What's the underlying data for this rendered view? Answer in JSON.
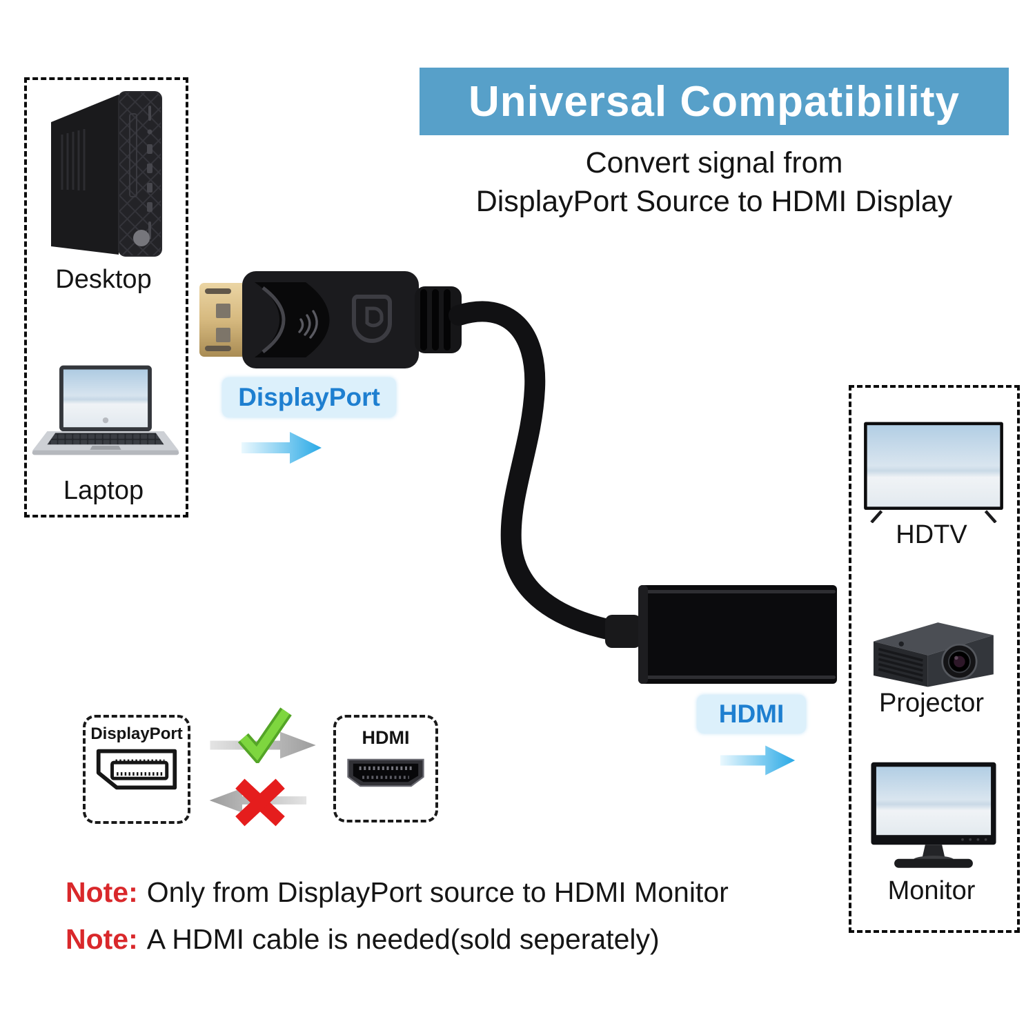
{
  "banner": {
    "title": "Universal Compatibility"
  },
  "subtitle": {
    "line1": "Convert signal from",
    "line2": "DisplayPort Source to HDMI Display"
  },
  "sources": {
    "items": [
      {
        "label": "Desktop"
      },
      {
        "label": "Laptop"
      }
    ]
  },
  "displays": {
    "items": [
      {
        "label": "HDTV"
      },
      {
        "label": "Projector"
      },
      {
        "label": "Monitor"
      }
    ]
  },
  "connector_labels": {
    "displayport": "DisplayPort",
    "hdmi": "HDMI"
  },
  "comparison": {
    "displayport_label": "DisplayPort",
    "hdmi_label": "HDMI"
  },
  "notes": [
    {
      "prefix": "Note:",
      "text": "Only from DisplayPort source to HDMI Monitor"
    },
    {
      "prefix": "Note:",
      "text": "A HDMI cable is needed(sold seperately)"
    }
  ],
  "colors": {
    "banner_bg": "#57A0C9",
    "banner_text": "#FFFFFF",
    "port_label_text": "#1E7FD0",
    "port_label_bg": "#DCF0FB",
    "arrow_blue": "#29A9E6",
    "note_red": "#D9282B",
    "check_green": "#76D23C",
    "cross_red": "#E51D1D",
    "gray_arrow": "#A8A8A8"
  }
}
